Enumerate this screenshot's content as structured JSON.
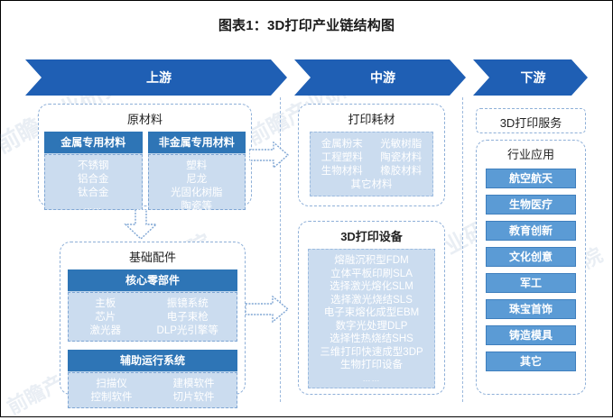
{
  "figure": {
    "title": "图表1：3D打印产业链结构图"
  },
  "banner": {
    "segments": [
      {
        "label": "上游"
      },
      {
        "label": "中游"
      },
      {
        "label": "下游"
      }
    ]
  },
  "upstream": {
    "raw_materials": {
      "caption": "原材料",
      "groups": [
        {
          "header": "金属专用材料",
          "items": [
            "不锈钢",
            "铝合金",
            "钛合金",
            "……"
          ]
        },
        {
          "header": "非金属专用材料",
          "items": [
            "塑料",
            "尼龙",
            "光固化树脂",
            "陶瓷等"
          ]
        }
      ]
    },
    "basic_parts": {
      "caption": "基础配件",
      "groups": [
        {
          "header": "核心零部件",
          "col_left": [
            "主板",
            "芯片",
            "激光器"
          ],
          "col_right": [
            "振镜系统",
            "电子束枪",
            "DLP光引擎等"
          ]
        },
        {
          "header": "辅助运行系统",
          "col_left": [
            "扫描仪",
            "控制软件"
          ],
          "col_right": [
            "建模软件",
            "切片软件"
          ]
        }
      ]
    }
  },
  "midstream": {
    "consumables": {
      "caption": "打印耗材",
      "col_left": [
        "金属粉末",
        "工程塑料",
        "生物材料"
      ],
      "col_right": [
        "光敏树脂",
        "陶瓷材料",
        "橡胶材料"
      ],
      "full_width": [
        "其它材料"
      ]
    },
    "equipment": {
      "caption": "3D打印设备",
      "items": [
        "熔融沉积型FDM",
        "立体平板印刷SLA",
        "选择激光熔化SLM",
        "选择激光烧结SLS",
        "电子束熔化成型EBM",
        "数字光处理DLP",
        "选择性热烧结SHS",
        "三维打印快速成型3DP",
        "生物打印设备",
        "……"
      ]
    }
  },
  "downstream": {
    "service": {
      "caption": "3D打印服务"
    },
    "applications": {
      "caption": "行业应用",
      "items": [
        "航空航天",
        "生物医疗",
        "教育创新",
        "文化创意",
        "军工",
        "珠宝首饰",
        "铸造模具",
        "其它"
      ]
    }
  },
  "colors": {
    "banner_blue": "#1F5FB4",
    "header_blue": "#2E75B6",
    "panel_fill": "#CBDCEF",
    "chip_blue": "#5B9BD5",
    "dash_border": "#8FB0D8"
  },
  "watermarks": {
    "texts": [
      "前瞻产业研究院",
      "前瞻产业研究院",
      "前瞻产业研究院",
      "前瞻产业研究院",
      "前瞻产业研究院",
      "前瞻产业研究院"
    ]
  }
}
